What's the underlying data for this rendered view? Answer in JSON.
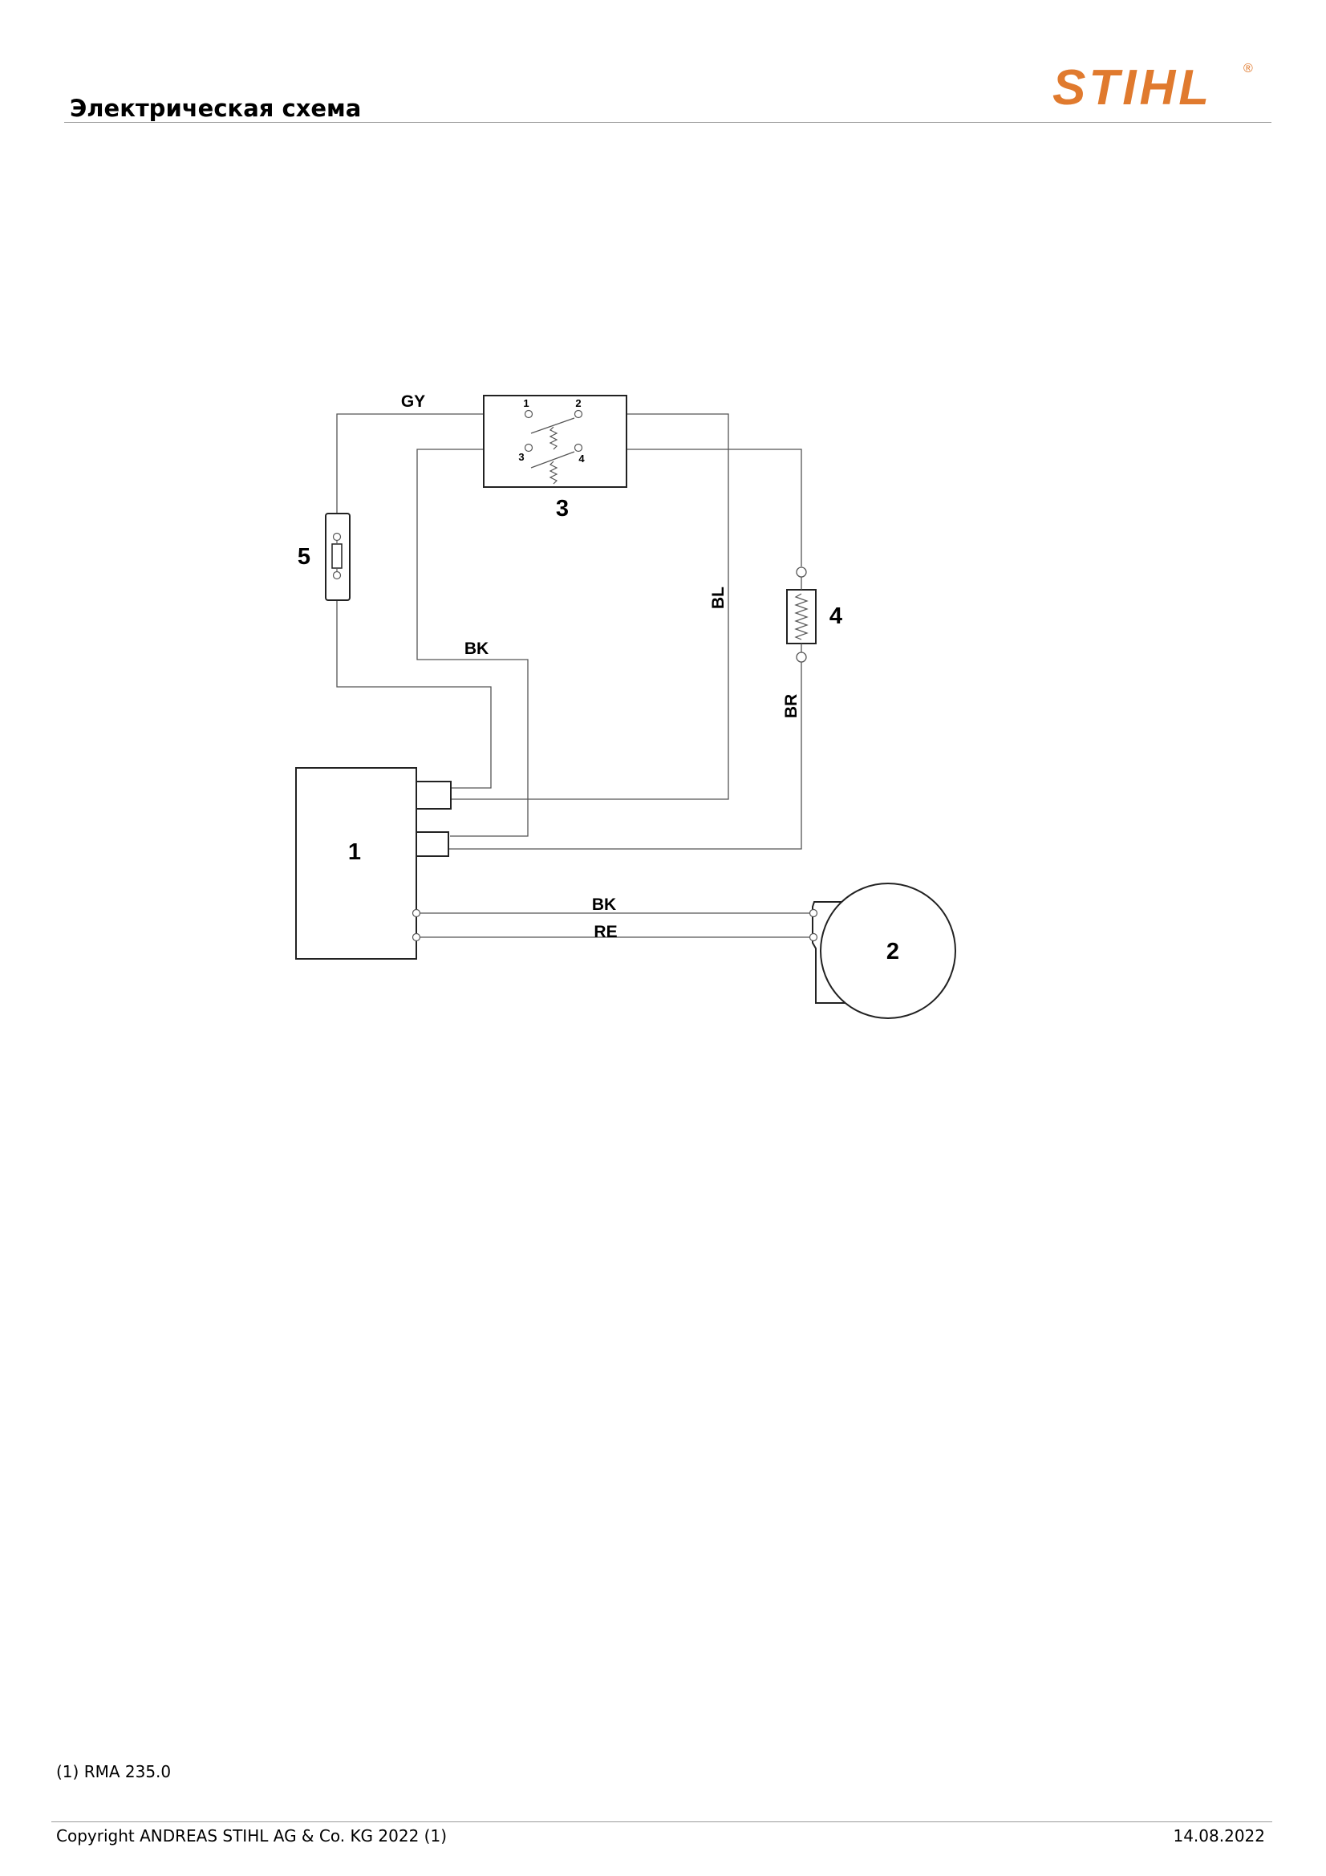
{
  "header": {
    "title": "Электрическая схема",
    "logo_text": "STIHL",
    "logo_mark": "®"
  },
  "diagram": {
    "components": [
      {
        "id": "1"
      },
      {
        "id": "2"
      },
      {
        "id": "3"
      },
      {
        "id": "4"
      },
      {
        "id": "5"
      }
    ],
    "switch_terminals": [
      "1",
      "2",
      "3",
      "4"
    ],
    "wires": [
      {
        "label": "GY"
      },
      {
        "label": "BK"
      },
      {
        "label": "BL"
      },
      {
        "label": "BR"
      },
      {
        "label": "BK"
      },
      {
        "label": "RE"
      }
    ]
  },
  "footer": {
    "footnote": "(1) RMA 235.0",
    "copyright": "Copyright ANDREAS STIHL AG & Co. KG 2022 (1)",
    "date": "14.08.2022"
  },
  "colors": {
    "brand": "#e07a2e",
    "wire": "#555555",
    "rule": "#9a9a9a"
  }
}
